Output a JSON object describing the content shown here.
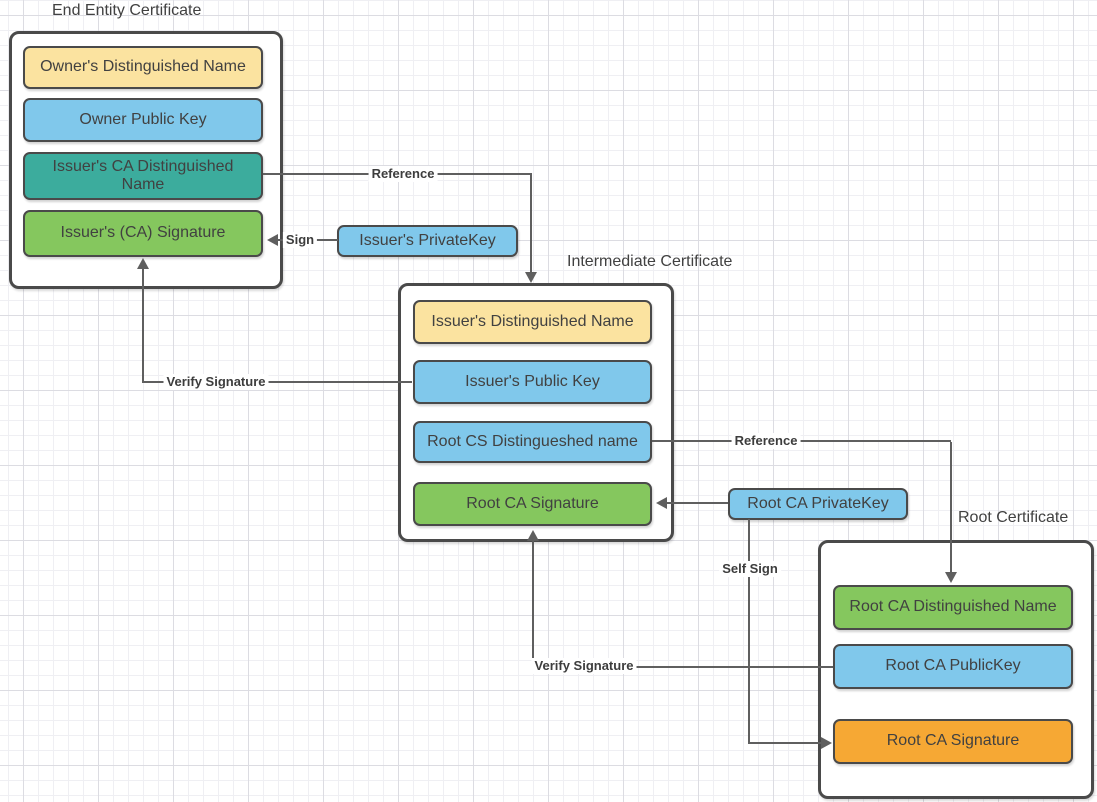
{
  "palette": {
    "yellow": "#FBE3A0",
    "blue": "#80C8EB",
    "teal": "#3CAC9D",
    "green": "#85C75E",
    "orange": "#F6A834",
    "stroke": "#4A4A4A",
    "line": "#5F5F5F",
    "text": "#414141",
    "gridMajor": "#dcdce2",
    "gridMinor": "#efeff3"
  },
  "groups": {
    "end_entity": {
      "title": "End Entity Certificate",
      "boxes": {
        "owner_dn": "Owner's Distinguished Name",
        "owner_pub": "Owner Public  Key",
        "issuer_ca_dn": "Issuer's CA Distinguished\nName",
        "issuer_ca_sig": "Issuer's (CA) Signature"
      }
    },
    "intermediate": {
      "title": "Intermediate Certificate",
      "boxes": {
        "issuer_dn": "Issuer's Distinguished Name",
        "issuer_pub": "Issuer's Public  Key",
        "root_cs_dn": "Root CS Distingueshed name",
        "root_ca_sig": "Root CA Signature"
      }
    },
    "root": {
      "title": "Root Certificate",
      "boxes": {
        "root_dn": "Root CA Distinguished Name",
        "root_pub": "Root CA PublicKey",
        "root_sig": "Root CA Signature"
      }
    }
  },
  "keys": {
    "issuer_private": "Issuer's PrivateKey",
    "root_private": "Root CA PrivateKey"
  },
  "connectors": {
    "reference1": "Reference",
    "sign": "Sign",
    "verify1": "Verify Signature",
    "reference2": "Reference",
    "self_sign": "Self Sign",
    "verify2": "Verify Signature"
  }
}
